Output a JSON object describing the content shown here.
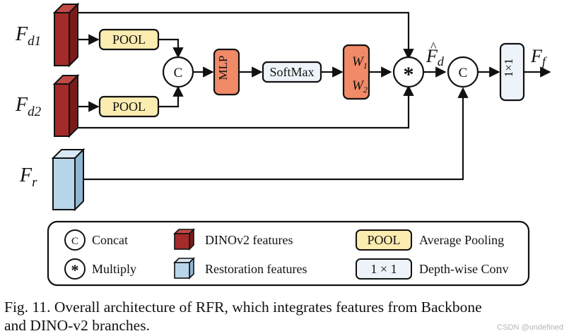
{
  "diagram": {
    "inputs": {
      "fd1": {
        "main": "F",
        "sub": "d1"
      },
      "fd2": {
        "main": "F",
        "sub": "d2"
      },
      "fr": {
        "main": "F",
        "sub": "r"
      }
    },
    "pool_top": "POOL",
    "pool_bottom": "POOL",
    "concat_symbol": "C",
    "mlp": "MLP",
    "softmax": "SoftMax",
    "weights": {
      "w1": "W",
      "w1_sub": "1",
      "w2": "W",
      "w2_sub": "2"
    },
    "multiply_symbol": "*",
    "fd_hat": {
      "main": "F",
      "sub": "d",
      "accent": "^"
    },
    "conv_label": "1×1",
    "output": {
      "main": "F",
      "sub": "f"
    }
  },
  "legend": {
    "concat": {
      "symbol": "C",
      "label": "Concat"
    },
    "multiply": {
      "symbol": "*",
      "label": "Multiply"
    },
    "dino": {
      "label": "DINOv2 features"
    },
    "restoration": {
      "label": "Restoration features"
    },
    "pool": {
      "box": "POOL",
      "label": "Average Pooling"
    },
    "conv": {
      "box": "1 × 1",
      "label": "Depth-wise Conv"
    }
  },
  "caption": {
    "line1": "Fig. 11.  Overall architecture of RFR, which integrates features from Backbone",
    "line2": "and DINO-v2  branches."
  },
  "watermark": "CSDN @undefined",
  "colors": {
    "dino": "#a52a2a",
    "restoration": "#b8d6ea",
    "pool": "#fbecb0",
    "mlp": "#f08a67",
    "softmax": "#eef3fa",
    "stroke": "#111111"
  }
}
